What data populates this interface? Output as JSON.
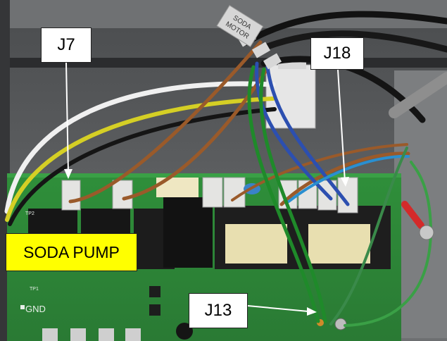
{
  "callouts": {
    "j7": "J7",
    "j18": "J18",
    "j13": "J13",
    "soda_pump": "SODA PUMP"
  },
  "tags": {
    "soda_motor_line1": "SODA",
    "soda_motor_line2": "MOTOR"
  },
  "board": {
    "gnd_label": "GND",
    "tp1": "TP1",
    "tp2": "TP2"
  },
  "colors": {
    "callout_fill": "#ffffff",
    "pump_fill": "#ffff00",
    "pcb": "#2f8f3a",
    "wire_white": "#f2f2f2",
    "wire_yellow": "#d8d22a",
    "wire_black": "#1a1a1a",
    "wire_brown": "#9a5a2a",
    "wire_blue": "#2c4fb0",
    "wire_green": "#1f8a2a"
  }
}
